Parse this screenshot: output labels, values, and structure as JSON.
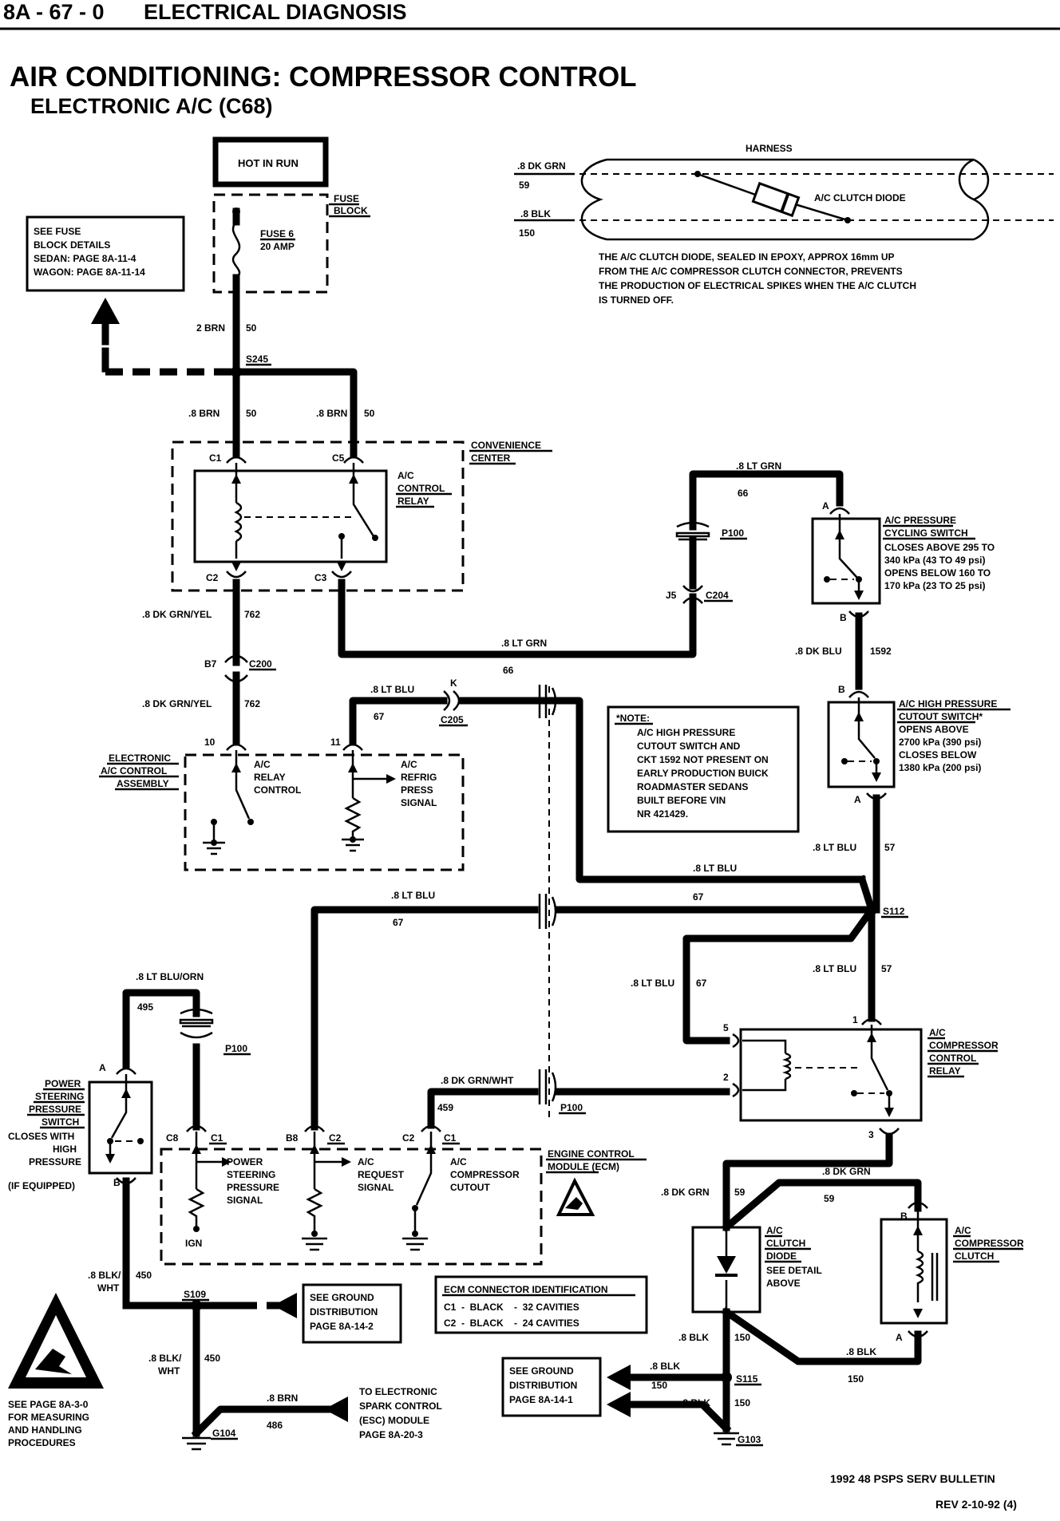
{
  "header": {
    "section": "8A - 67 - 0",
    "title": "ELECTRICAL DIAGNOSIS",
    "main_title": "AIR CONDITIONING:  COMPRESSOR CONTROL",
    "subtitle": "ELECTRONIC A/C (C68)"
  },
  "hot_in_run": "HOT IN RUN",
  "fuse_block": {
    "label1": "FUSE",
    "label2": "BLOCK",
    "fuse": "FUSE 6",
    "rating": "20 AMP"
  },
  "see_fuse": [
    "SEE FUSE",
    "BLOCK DETAILS",
    "SEDAN:   PAGE 8A-11-4",
    "WAGON:  PAGE 8A-11-14"
  ],
  "harness": {
    "title": "HARNESS",
    "wire_top": ".8 DK GRN",
    "circ_top": "59",
    "wire_bot": ".8 BLK",
    "circ_bot": "150",
    "diode": "A/C CLUTCH DIODE",
    "note": [
      "THE A/C CLUTCH DIODE, SEALED IN EPOXY, APPROX 16mm UP",
      "FROM THE A/C COMPRESSOR CLUTCH CONNECTOR, PREVENTS",
      "THE PRODUCTION OF ELECTRICAL SPIKES WHEN THE A/C CLUTCH",
      "IS TURNED OFF."
    ]
  },
  "wires": {
    "brn_2": "2 BRN",
    "c50": "50",
    "s245": "S245",
    "brn_8": ".8 BRN",
    "dkgrnyel": ".8 DK GRN/YEL",
    "c762": "762",
    "ltgrn": ".8 LT GRN",
    "c66": "66",
    "ltblu": ".8 LT BLU",
    "c67": "67",
    "dkblu": ".8 DK BLU",
    "c1592": "1592",
    "c57": "57",
    "ltbluorn": ".8 LT BLU/ORN",
    "c495": "495",
    "dkgrnwht": ".8 DK GRN/WHT",
    "c459": "459",
    "blkwht": ".8 BLK/",
    "wht": "WHT",
    "c450": "450",
    "brn486": ".8 BRN",
    "c486": "486",
    "dkgrn": ".8 DK GRN",
    "c59": "59",
    "blk": ".8 BLK",
    "c150": "150"
  },
  "connectors": {
    "c1": "C1",
    "c5": "C5",
    "c2": "C2",
    "c3": "C3",
    "b7": "B7",
    "c200": "C200",
    "k": "K",
    "c205": "C205",
    "p100": "P100",
    "j5": "J5",
    "c204": "C204",
    "s112": "S112",
    "s109": "S109",
    "s115": "S115",
    "g104": "G104",
    "g103": "G103",
    "c8": "C8",
    "b8": "B8",
    "pin10": "10",
    "pin11": "11",
    "a": "A",
    "b": "B",
    "pin1": "1",
    "pin2": "2",
    "pin3": "3",
    "pin5": "5"
  },
  "convenience_center": [
    "CONVENIENCE",
    "CENTER"
  ],
  "ac_control_relay": [
    "A/C",
    "CONTROL",
    "RELAY"
  ],
  "electronic_ac": [
    "ELECTRONIC",
    "A/C CONTROL",
    "ASSEMBLY"
  ],
  "ac_relay_control": [
    "A/C",
    "RELAY",
    "CONTROL"
  ],
  "ac_refrig": [
    "A/C",
    "REFRIG",
    "PRESS",
    "SIGNAL"
  ],
  "cycling_switch": [
    "A/C PRESSURE",
    "CYCLING SWITCH",
    "CLOSES ABOVE 295 TO",
    "340 kPa (43 TO 49 psi)",
    "OPENS BELOW 160 TO",
    "170 kPa (23 TO 25 psi)"
  ],
  "high_pressure": [
    "A/C HIGH PRESSURE",
    "CUTOUT SWITCH*",
    "OPENS ABOVE",
    "2700 kPa (390 psi)",
    "CLOSES BELOW",
    "1380 kPa (200 psi)"
  ],
  "note_box": [
    "*NOTE:",
    "A/C HIGH PRESSURE",
    "CUTOUT SWITCH AND",
    "CKT 1592 NOT PRESENT ON",
    "EARLY PRODUCTION BUICK",
    "ROADMASTER SEDANS",
    "BUILT BEFORE VIN",
    "NR 421429."
  ],
  "compressor_relay": [
    "A/C",
    "COMPRESSOR",
    "CONTROL",
    "RELAY"
  ],
  "ps_switch": [
    "POWER",
    "STEERING",
    "PRESSURE",
    "SWITCH",
    "CLOSES WITH",
    "HIGH",
    "PRESSURE",
    "(IF EQUIPPED)"
  ],
  "ecm": {
    "ps_signal": [
      "POWER",
      "STEERING",
      "PRESSURE",
      "SIGNAL"
    ],
    "request": [
      "A/C",
      "REQUEST",
      "SIGNAL"
    ],
    "cutout": [
      "A/C",
      "COMPRESSOR",
      "CUTOUT"
    ],
    "ign": "IGN",
    "label": [
      "ENGINE CONTROL",
      "MODULE (ECM)"
    ]
  },
  "clutch_diode": [
    "A/C",
    "CLUTCH",
    "DIODE",
    "SEE DETAIL",
    "ABOVE"
  ],
  "compressor_clutch": [
    "A/C",
    "COMPRESSOR",
    "CLUTCH"
  ],
  "ground_dist_1": [
    "SEE GROUND",
    "DISTRIBUTION",
    "PAGE 8A-14-2"
  ],
  "ground_dist_2": [
    "SEE GROUND",
    "DISTRIBUTION",
    "PAGE 8A-14-1"
  ],
  "ecm_id": [
    "ECM CONNECTOR IDENTIFICATION",
    "C1  -  BLACK    -  32 CAVITIES",
    "C2  -  BLACK    -  24 CAVITIES"
  ],
  "esc": [
    "TO ELECTRONIC",
    "SPARK CONTROL",
    "(ESC) MODULE",
    "PAGE 8A-20-3"
  ],
  "esd": [
    "SEE PAGE 8A-3-0",
    "FOR MEASURING",
    "AND HANDLING",
    "PROCEDURES"
  ],
  "footer": [
    "1992 48 PSPS SERV BULLETIN",
    "REV 2-10-92 (4)"
  ]
}
